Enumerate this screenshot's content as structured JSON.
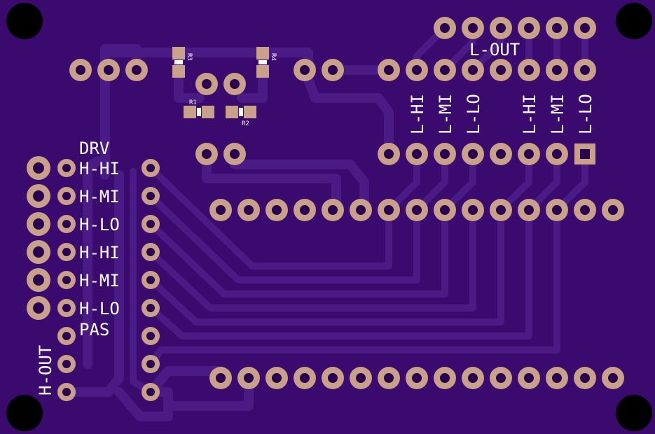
{
  "colors": {
    "board": "#3a0a6e",
    "trace": "#4a1a85",
    "pad": "#c9a08a",
    "drill": "#2a0050",
    "mount_hole": "#000000",
    "silkscreen": "#ffffff"
  },
  "labels": {
    "l_out": "L-OUT",
    "h_out": "H-OUT",
    "drv": "DRV",
    "pas": "PAS",
    "h_hi_1": "H-HI",
    "h_mi_1": "H-MI",
    "h_lo_1": "H-LO",
    "h_hi_2": "H-HI",
    "h_mi_2": "H-MI",
    "h_lo_2": "H-LO",
    "l_hi_1": "L-HI",
    "l_mi_1": "L-MI",
    "l_lo_1": "L-LO",
    "l_hi_2": "L-HI",
    "l_mi_2": "L-MI",
    "l_lo_2": "L-LO",
    "r1": "R1",
    "r2": "R2",
    "r3": "R3",
    "r4": "R4"
  }
}
